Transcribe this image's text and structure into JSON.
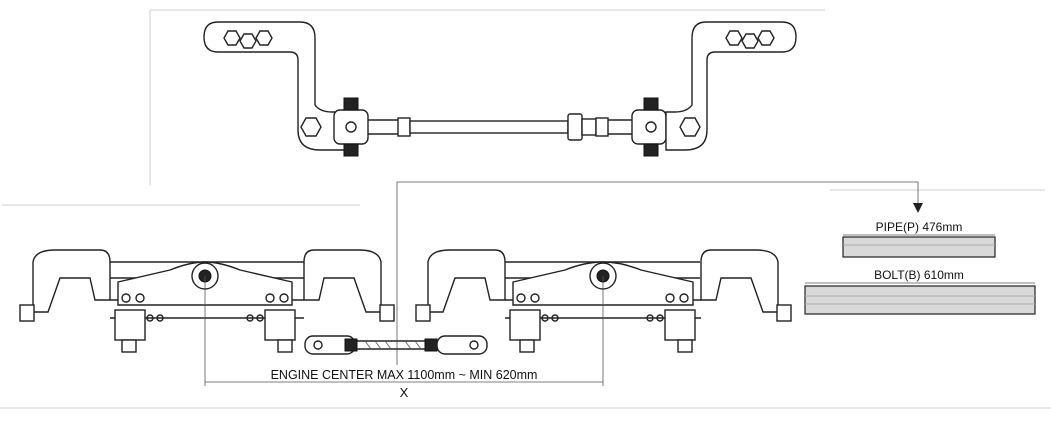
{
  "diagram": {
    "pipe_label": "PIPE(P) 476mm",
    "bolt_label": "BOLT(B) 610mm",
    "engine_center_label": "ENGINE CENTER MAX 1100mm ~ MIN 620mm",
    "x_label": "X"
  },
  "colors": {
    "line": "#222222",
    "frame": "#cccccc",
    "background": "#ffffff"
  }
}
